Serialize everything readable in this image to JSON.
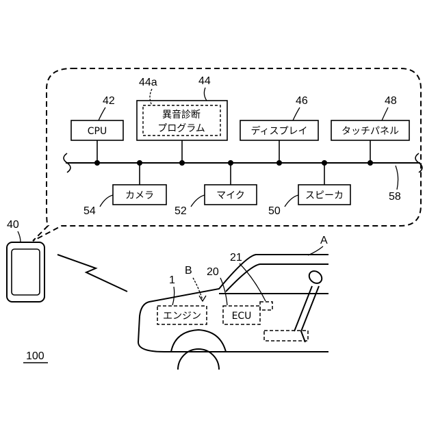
{
  "figure_number": "100",
  "system": {
    "terminal_ref": "40",
    "bus_ref": "58",
    "components": {
      "cpu": {
        "label": "CPU",
        "ref": "42"
      },
      "program": {
        "label_line1": "異音診断",
        "label_line2": "プログラム",
        "ref": "44",
        "inner_ref": "44a"
      },
      "display": {
        "label": "ディスプレイ",
        "ref": "46"
      },
      "touch_panel": {
        "label": "タッチパネル",
        "ref": "48"
      },
      "camera": {
        "label": "カメラ",
        "ref": "54"
      },
      "mic": {
        "label": "マイク",
        "ref": "52"
      },
      "speaker": {
        "label": "スピーカ",
        "ref": "50"
      }
    }
  },
  "vehicle": {
    "ref": "A",
    "engine": {
      "label": "エンジン",
      "ref": "1"
    },
    "ecu": {
      "label": "ECU",
      "ref": "20"
    },
    "sound_ref": "B",
    "ecu_connector_ref": "21"
  }
}
